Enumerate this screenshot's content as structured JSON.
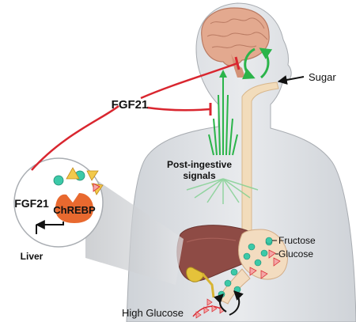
{
  "labels": {
    "fgf21_top": "FGF21",
    "fgf21_liver": "FGF21",
    "chrebp": "ChREBP",
    "liver": "Liver",
    "post_ingestive_line1": "Post-ingestive",
    "post_ingestive_line2": "signals",
    "sugar": "Sugar",
    "fructose": "Fructose",
    "glucose": "Glucose",
    "high_glucose": "High Glucose"
  },
  "colors": {
    "inhibition": "#d9262f",
    "signal_green": "#2bb44a",
    "chrebp": "#e8692f",
    "body": "#d9dce0",
    "liver": "#8a4a44",
    "brain": "#e0a48a",
    "esophagus": "#f1d9b7",
    "fructose_marker": "#f2c94c",
    "glucose_marker": "#3cc9a8"
  }
}
